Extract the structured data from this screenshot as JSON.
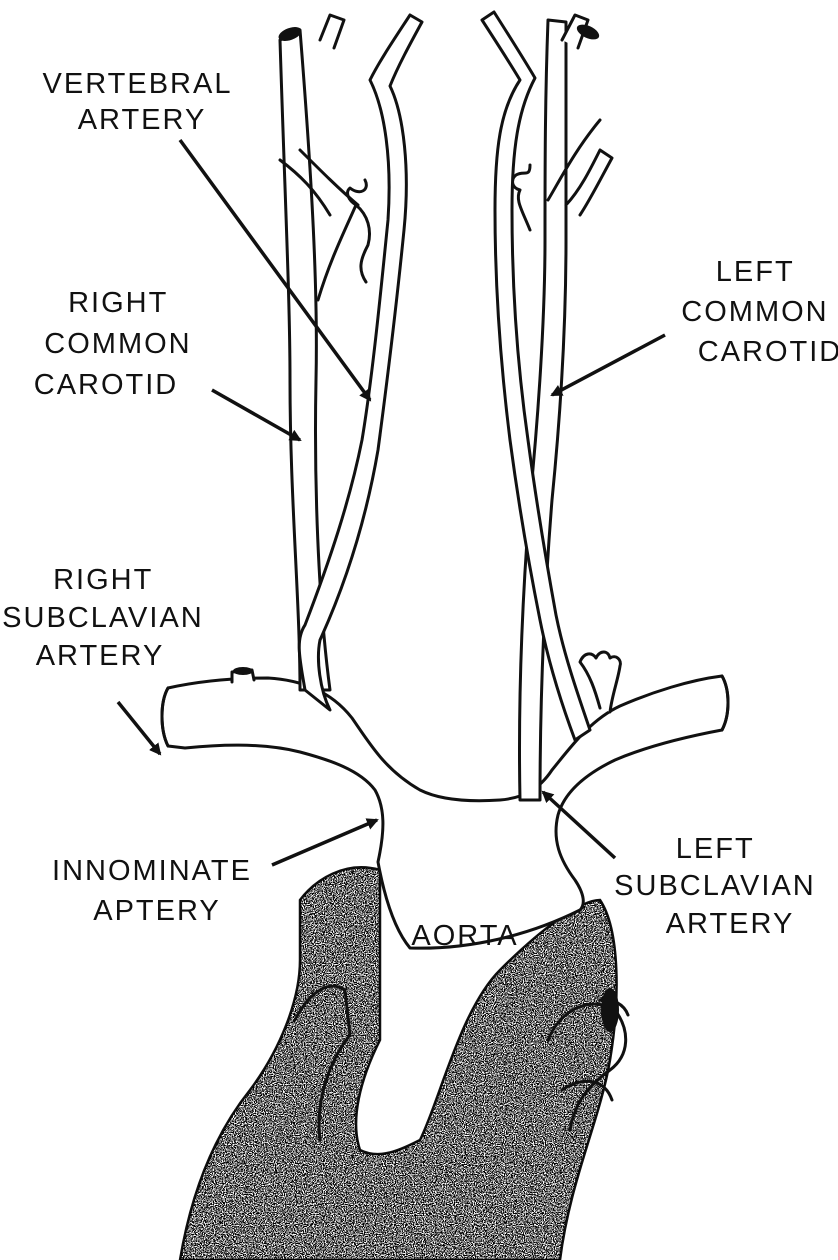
{
  "labels": {
    "vertebral_artery": [
      "VERTEBRAL",
      "ARTERY"
    ],
    "right_common_carotid": [
      "RIGHT",
      "COMMON",
      "CAROTID"
    ],
    "left_common_carotid": [
      "LEFT",
      "COMMON",
      "CAROTID"
    ],
    "right_subclavian_artery": [
      "RIGHT",
      "SUBCLAVIAN",
      "ARTERY"
    ],
    "innominate_artery": [
      "INNOMINATE",
      "APTERY"
    ],
    "left_subclavian_artery": [
      "LEFT",
      "SUBCLAVIAN",
      "ARTERY"
    ],
    "aorta": "AORTA"
  },
  "colors": {
    "ink": "#111111",
    "background": "#ffffff"
  }
}
